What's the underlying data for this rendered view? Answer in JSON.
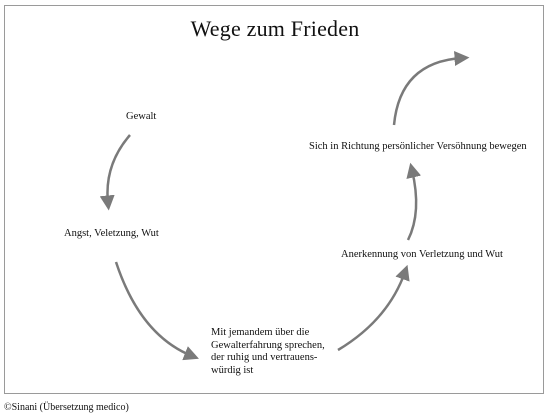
{
  "title": "Wege zum Frieden",
  "nodes": {
    "gewalt": "Gewalt",
    "angst": "Angst, Veletzung, Wut",
    "gespraech_lines": [
      "Mit jemandem über die",
      "Gewalterfahrung sprechen,",
      "der ruhig und vertrauens-",
      "würdig ist"
    ],
    "anerkennung": "Anerkennung von Verletzung und Wut",
    "versoehnung": "Sich in Richtung persönlicher Versöhnung bewegen"
  },
  "credit": "©Sinani (Übersetzung medico)",
  "colors": {
    "arrow": "#7a7a7a",
    "frame": "#9a9a9a",
    "text": "#111111"
  }
}
